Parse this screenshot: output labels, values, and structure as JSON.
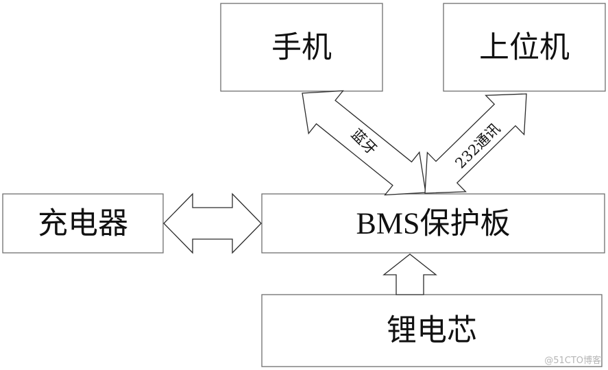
{
  "nodes": {
    "phone": "手机",
    "host": "上位机",
    "charger": "充电器",
    "bms": "BMS保护板",
    "battery": "锂电芯"
  },
  "links": {
    "bluetooth": "蓝牙",
    "rs232": "232通讯"
  },
  "watermark": "@51CTO博客"
}
